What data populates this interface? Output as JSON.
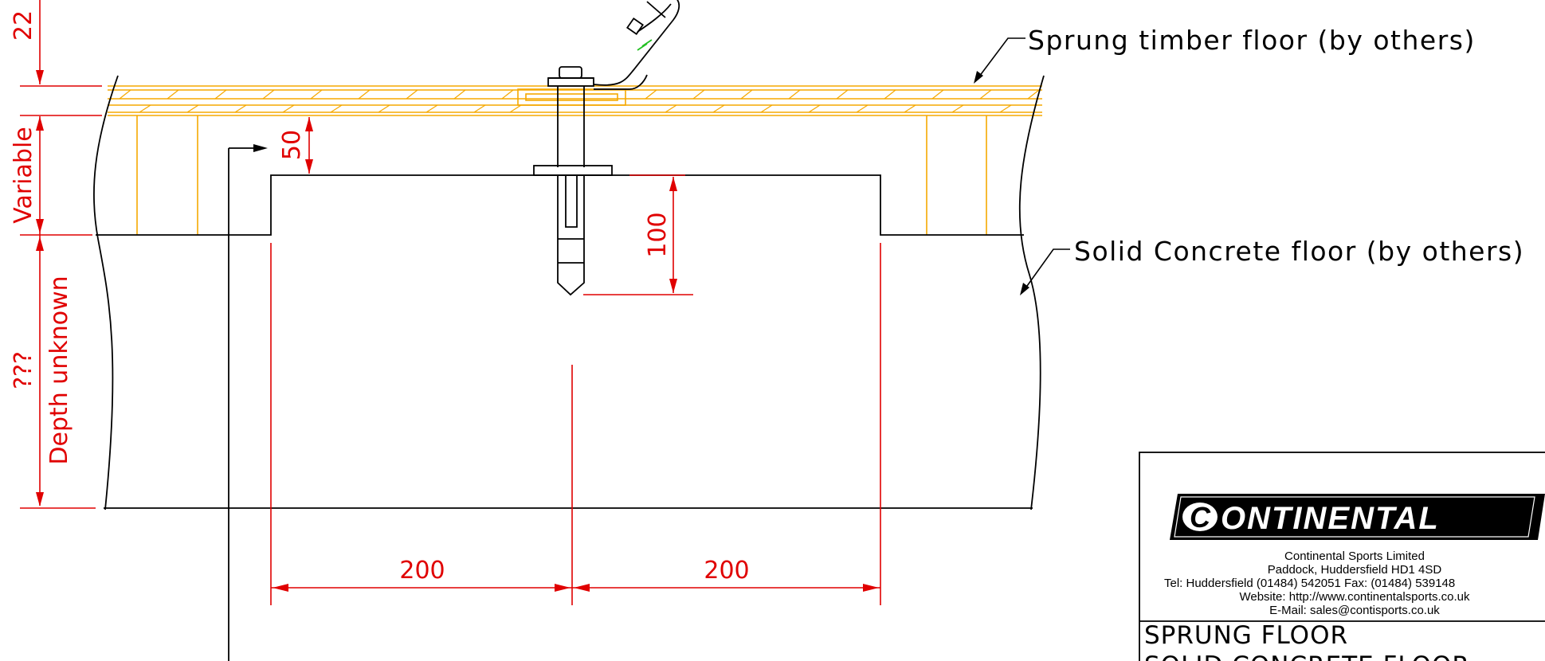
{
  "drawing": {
    "labels": {
      "sprung_floor": "Sprung timber floor (by others)",
      "concrete_floor": "Solid Concrete floor (by others)"
    },
    "dimensions": {
      "top_22": "22",
      "variable": "Variable",
      "fifty": "50",
      "hundred": "100",
      "depth_q": "???",
      "depth_unknown": "Depth unknown",
      "left_200": "200",
      "right_200": "200"
    },
    "colors": {
      "dimension": "#e00000",
      "timber": "#f5a800",
      "linework": "#000000",
      "anchor_mark": "#22c022"
    }
  },
  "title_block": {
    "logo_letter": "C",
    "logo_text": "ONTINENTAL",
    "company": "Continental Sports Limited",
    "address": "Paddock, Huddersfield HD1 4SD",
    "tel": "Tel: Huddersfield (01484) 542051 Fax: (01484) 539148",
    "website": "Website: http://www.continentalsports.co.uk",
    "email": "E-Mail: sales@contisports.co.uk",
    "title_line1": "SPRUNG FLOOR",
    "title_line2": "SOLID CONCRETE FLOOR"
  }
}
